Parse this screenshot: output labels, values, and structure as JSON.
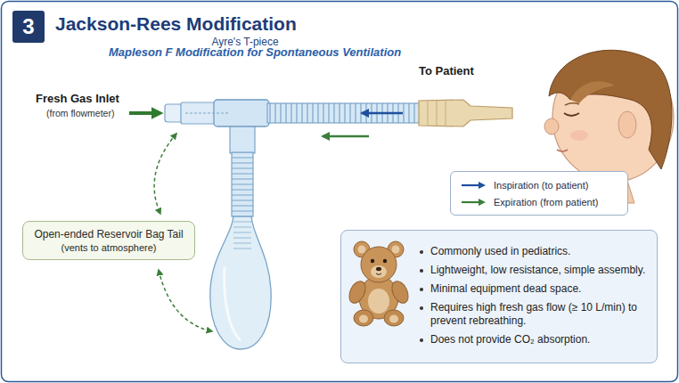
{
  "diagram": {
    "title": "Jackson-Rees Modification",
    "nodes": [
      {
        "text": [
          "3"
        ]
      },
      {
        "text": [
          "Open-ended Reservoir Bag Tail",
          "(vents to atmosphere)"
        ]
      },
      {
        "text": [
          "Commonly used in pediatrics.",
          "Lightweight, low resistance, simple assembly.",
          "Minimal equipment dead space.",
          "Requires high fresh gas flow (≥ 10 L/min) to prevent rebreathing.",
          "Does not provide CO₂ absorption."
        ]
      }
    ],
    "labels": [
      "Mapleson F Modification for Spontaneous Ventilation",
      "Fresh Gas Inlet",
      "(from flowmeter)",
      "Ayre's T-piece",
      "To Patient"
    ],
    "legend": [
      {
        "text": "Inspiration (to patient)"
      },
      {
        "text": "Expiration (from patient)"
      }
    ]
  }
}
